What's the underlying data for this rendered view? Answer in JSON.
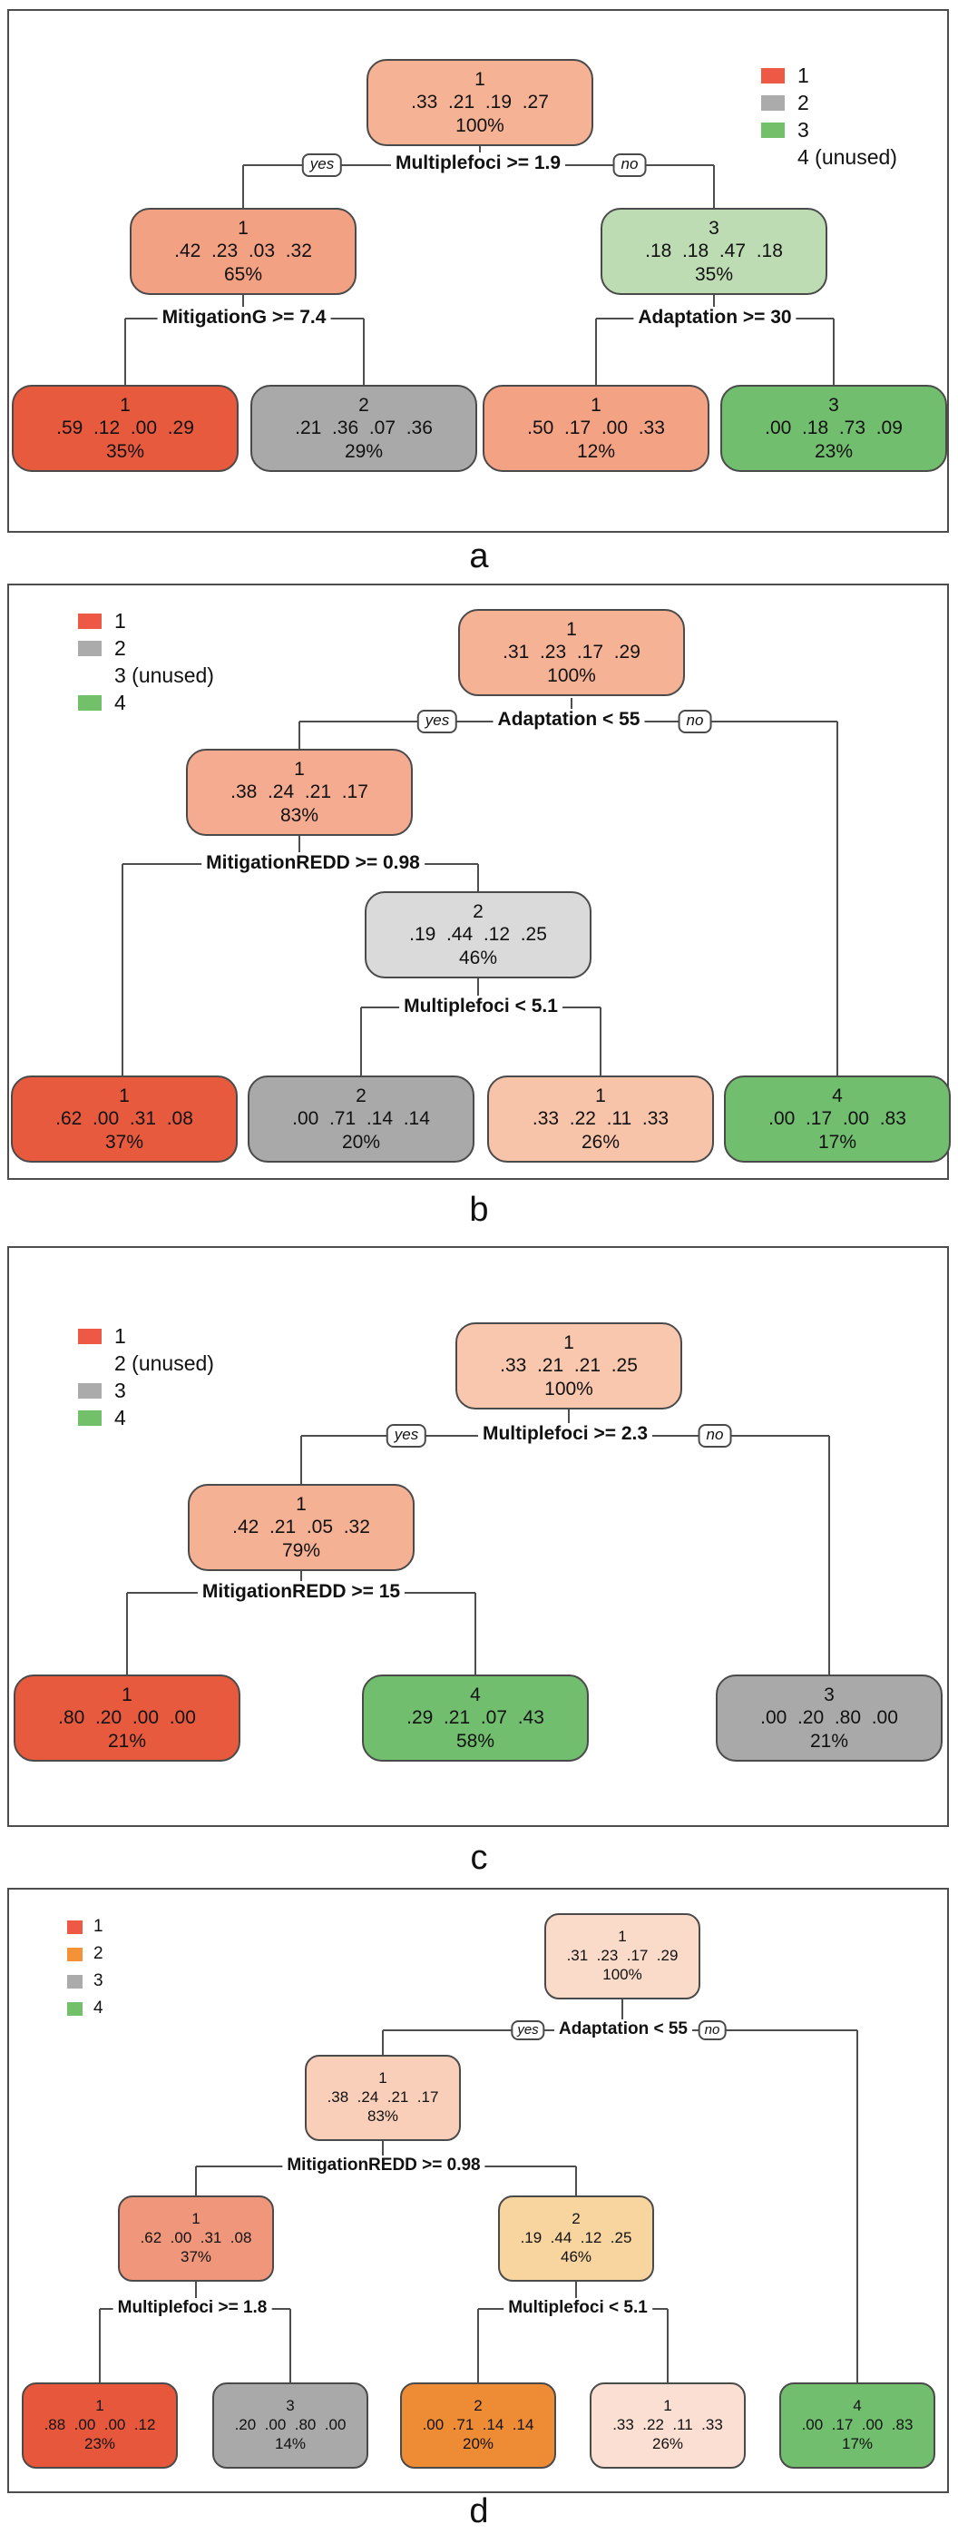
{
  "panels": {
    "a": {
      "caption": "a",
      "legend": [
        {
          "label": "1",
          "color": "#ee5945"
        },
        {
          "label": "2",
          "color": "#ababab"
        },
        {
          "label": "3",
          "color": "#72c06a"
        },
        {
          "label": "4 (unused)",
          "color": ""
        }
      ],
      "splits": {
        "s1": {
          "text": "Multiplefoci >= 1.9",
          "yes": "yes",
          "no": "no"
        },
        "s2": {
          "text": "MitigationG >= 7.4"
        },
        "s3": {
          "text": "Adaptation >= 30"
        }
      },
      "nodes": {
        "root": {
          "cls": "1",
          "probs": ".33  .21  .19  .27",
          "pct": "100%",
          "color": "#f6b295"
        },
        "l": {
          "cls": "1",
          "probs": ".42  .23  .03  .32",
          "pct": "65%",
          "color": "#f2a183"
        },
        "r": {
          "cls": "3",
          "probs": ".18  .18  .47  .18",
          "pct": "35%",
          "color": "#bedcb3"
        },
        "leaf1": {
          "cls": "1",
          "probs": ".59  .12  .00  .29",
          "pct": "35%",
          "color": "#e75a3e"
        },
        "leaf2": {
          "cls": "2",
          "probs": ".21  .36  .07  .36",
          "pct": "29%",
          "color": "#a9a9a9"
        },
        "leaf3": {
          "cls": "1",
          "probs": ".50  .17  .00  .33",
          "pct": "12%",
          "color": "#f4a284"
        },
        "leaf4": {
          "cls": "3",
          "probs": ".00  .18  .73  .09",
          "pct": "23%",
          "color": "#70be6e"
        }
      }
    },
    "b": {
      "caption": "b",
      "legend": [
        {
          "label": "1",
          "color": "#ee5945"
        },
        {
          "label": "2",
          "color": "#ababab"
        },
        {
          "label": "3 (unused)",
          "color": ""
        },
        {
          "label": "4",
          "color": "#72c06a"
        }
      ],
      "splits": {
        "s1": {
          "text": "Adaptation < 55",
          "yes": "yes",
          "no": "no"
        },
        "s2": {
          "text": "MitigationREDD >= 0.98"
        },
        "s3": {
          "text": "Multiplefoci < 5.1"
        }
      },
      "nodes": {
        "root": {
          "cls": "1",
          "probs": ".31  .23  .17  .29",
          "pct": "100%",
          "color": "#f6b295"
        },
        "l": {
          "cls": "1",
          "probs": ".38  .24  .21  .17",
          "pct": "83%",
          "color": "#f4ab8f"
        },
        "m2": {
          "cls": "2",
          "probs": ".19  .44  .12  .25",
          "pct": "46%",
          "color": "#dadada"
        },
        "leaf1": {
          "cls": "1",
          "probs": ".62  .00  .31  .08",
          "pct": "37%",
          "color": "#e75a3e"
        },
        "leaf2": {
          "cls": "2",
          "probs": ".00  .71  .14  .14",
          "pct": "20%",
          "color": "#a9a9a9"
        },
        "leaf3": {
          "cls": "1",
          "probs": ".33  .22  .11  .33",
          "pct": "26%",
          "color": "#f7c3a9"
        },
        "leaf4": {
          "cls": "4",
          "probs": ".00  .17  .00  .83",
          "pct": "17%",
          "color": "#70be6e"
        }
      }
    },
    "c": {
      "caption": "c",
      "legend": [
        {
          "label": "1",
          "color": "#ee5945"
        },
        {
          "label": "2 (unused)",
          "color": ""
        },
        {
          "label": "3",
          "color": "#ababab"
        },
        {
          "label": "4",
          "color": "#72c06a"
        }
      ],
      "splits": {
        "s1": {
          "text": "Multiplefoci >= 2.3",
          "yes": "yes",
          "no": "no"
        },
        "s2": {
          "text": "MitigationREDD >= 15"
        }
      },
      "nodes": {
        "root": {
          "cls": "1",
          "probs": ".33  .21  .21  .25",
          "pct": "100%",
          "color": "#f8c7ae"
        },
        "l": {
          "cls": "1",
          "probs": ".42  .21  .05  .32",
          "pct": "79%",
          "color": "#f5b193"
        },
        "leaf1": {
          "cls": "1",
          "probs": ".80  .20  .00  .00",
          "pct": "21%",
          "color": "#e75a3e"
        },
        "leaf2": {
          "cls": "4",
          "probs": ".29  .21  .07  .43",
          "pct": "58%",
          "color": "#70be6e"
        },
        "leaf3": {
          "cls": "3",
          "probs": ".00  .20  .80  .00",
          "pct": "21%",
          "color": "#a9a9a9"
        }
      }
    },
    "d": {
      "caption": "d",
      "legend": [
        {
          "label": "1",
          "color": "#ee5945"
        },
        {
          "label": "2",
          "color": "#f39237"
        },
        {
          "label": "3",
          "color": "#ababab"
        },
        {
          "label": "4",
          "color": "#72c06a"
        }
      ],
      "splits": {
        "s1": {
          "text": "Adaptation < 55",
          "yes": "yes",
          "no": "no"
        },
        "s2": {
          "text": "MitigationREDD >= 0.98"
        },
        "s3": {
          "text": "Multiplefoci >= 1.8"
        },
        "s4": {
          "text": "Multiplefoci < 5.1"
        }
      },
      "nodes": {
        "root": {
          "cls": "1",
          "probs": ".31  .23  .17  .29",
          "pct": "100%",
          "color": "#fadbc9"
        },
        "l": {
          "cls": "1",
          "probs": ".38  .24  .21  .17",
          "pct": "83%",
          "color": "#f9cfba"
        },
        "m1": {
          "cls": "1",
          "probs": ".62  .00  .31  .08",
          "pct": "37%",
          "color": "#f0977b"
        },
        "m2": {
          "cls": "2",
          "probs": ".19  .44  .12  .25",
          "pct": "46%",
          "color": "#f8d49e"
        },
        "leaf1": {
          "cls": "1",
          "probs": ".88  .00  .00  .12",
          "pct": "23%",
          "color": "#e7573b"
        },
        "leaf2": {
          "cls": "3",
          "probs": ".20  .00  .80  .00",
          "pct": "14%",
          "color": "#a9a9a9"
        },
        "leaf3": {
          "cls": "2",
          "probs": ".00  .71  .14  .14",
          "pct": "20%",
          "color": "#ee8c35"
        },
        "leaf4": {
          "cls": "1",
          "probs": ".33  .22  .11  .33",
          "pct": "26%",
          "color": "#fbdfd2"
        },
        "leaf5": {
          "cls": "4",
          "probs": ".00  .17  .00  .83",
          "pct": "17%",
          "color": "#70be6e"
        }
      }
    }
  }
}
